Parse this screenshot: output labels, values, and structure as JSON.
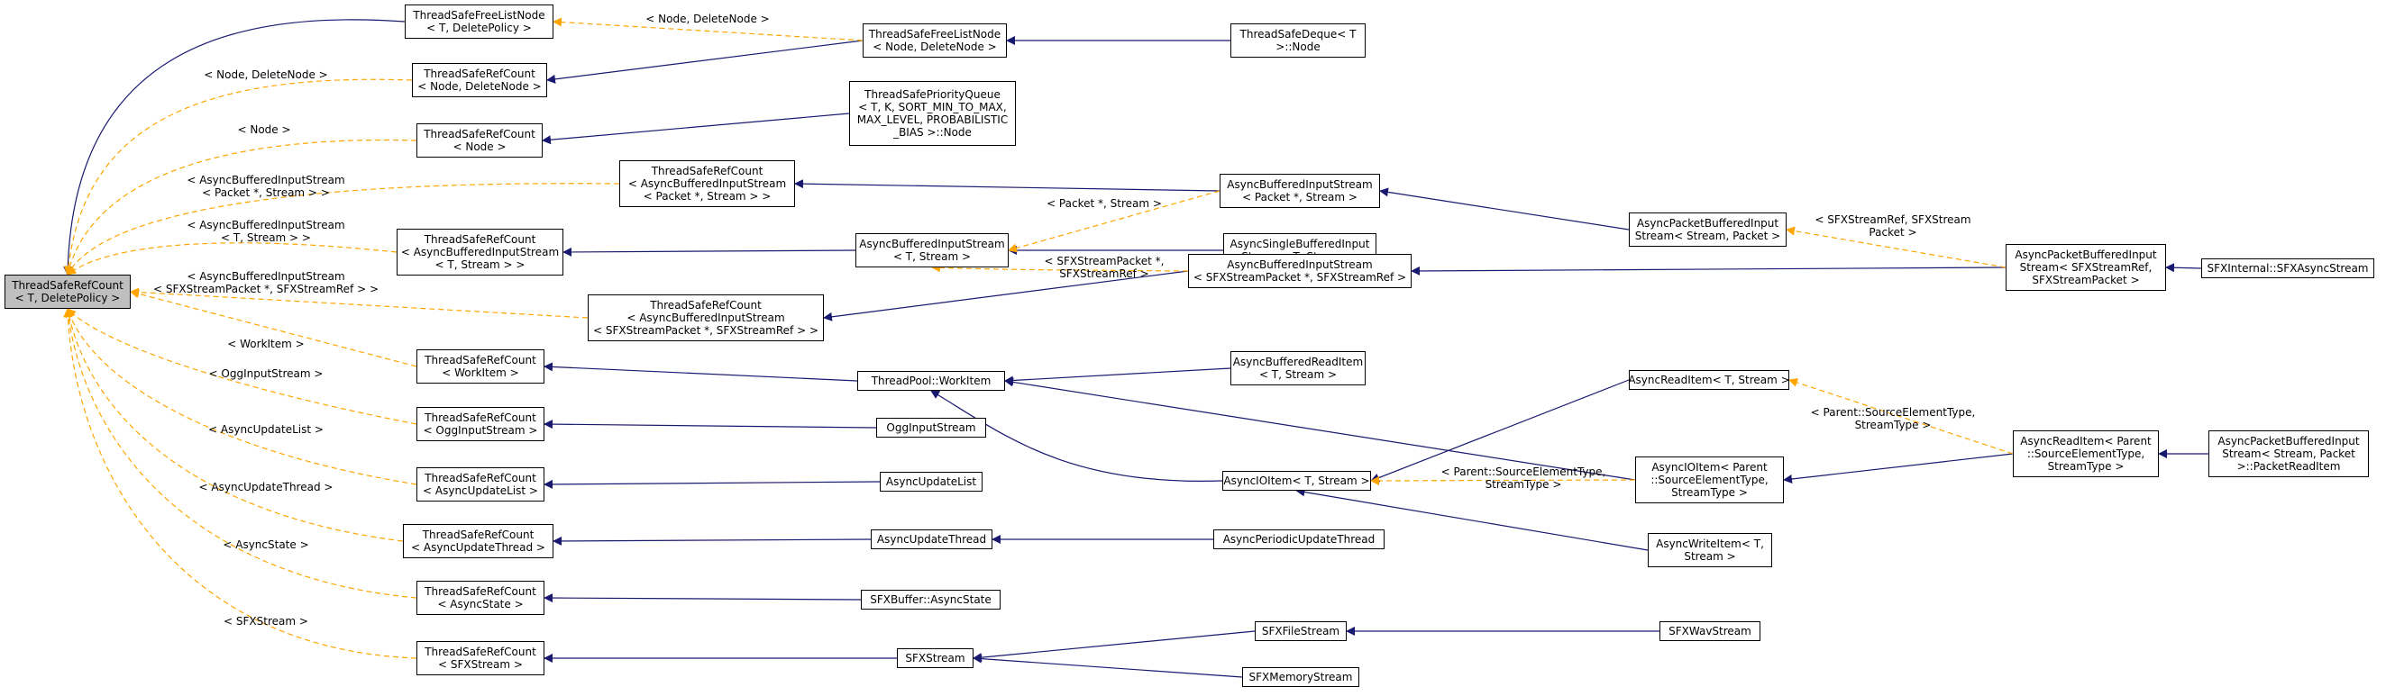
{
  "colors": {
    "inherit": "#191970",
    "template": "#FFA500",
    "root_fill": "#BFBFBF"
  },
  "nodes": {
    "root": [
      "ThreadSafeRefCount",
      "< T, DeletePolicy >"
    ],
    "freelist_node_tpl": [
      "ThreadSafeFreeListNode",
      "< T, DeletePolicy >"
    ],
    "refcount_node_deletenode": [
      "ThreadSafeRefCount",
      "< Node, DeleteNode >"
    ],
    "refcount_node": [
      "ThreadSafeRefCount",
      "< Node >"
    ],
    "refcount_abis_packet": [
      "ThreadSafeRefCount",
      "< AsyncBufferedInputStream",
      "< Packet *, Stream > >"
    ],
    "refcount_abis_t": [
      "ThreadSafeRefCount",
      "< AsyncBufferedInputStream",
      "< T, Stream > >"
    ],
    "refcount_abis_sfx": [
      "ThreadSafeRefCount",
      "< AsyncBufferedInputStream",
      "< SFXStreamPacket *, SFXStreamRef > >"
    ],
    "refcount_workitem": [
      "ThreadSafeRefCount",
      "< WorkItem >"
    ],
    "refcount_ogg": [
      "ThreadSafeRefCount",
      "< OggInputStream >"
    ],
    "refcount_updatelist": [
      "ThreadSafeRefCount",
      "< AsyncUpdateList >"
    ],
    "refcount_updatethread": [
      "ThreadSafeRefCount",
      "< AsyncUpdateThread >"
    ],
    "refcount_asyncstate": [
      "ThreadSafeRefCount",
      "< AsyncState >"
    ],
    "refcount_sfxstream": [
      "ThreadSafeRefCount",
      "< SFXStream >"
    ],
    "freelist_node_nd": [
      "ThreadSafeFreeListNode",
      "< Node, DeleteNode >"
    ],
    "deque_node": [
      "ThreadSafeDeque< T",
      ">::Node"
    ],
    "priority_queue_node": [
      "ThreadSafePriorityQueue",
      "< T, K, SORT_MIN_TO_MAX,",
      "MAX_LEVEL, PROBABILISTIC",
      "_BIAS >::Node"
    ],
    "abis_packet": [
      "AsyncBufferedInputStream",
      "< Packet *, Stream >"
    ],
    "abis_t": [
      "AsyncBufferedInputStream",
      "< T, Stream >"
    ],
    "async_single_bis": [
      "AsyncSingleBufferedInput",
      "Stream< T, Stream >"
    ],
    "abis_sfx": [
      "AsyncBufferedInputStream",
      "< SFXStreamPacket *, SFXStreamRef >"
    ],
    "async_packet_bis": [
      "AsyncPacketBufferedInput",
      "Stream< Stream, Packet >"
    ],
    "async_packet_bis_sfx": [
      "AsyncPacketBufferedInput",
      "Stream< SFXStreamRef,",
      "SFXStreamPacket >"
    ],
    "sfx_internal_async": [
      "SFXInternal::SFXAsyncStream"
    ],
    "threadpool_workitem": [
      "ThreadPool::WorkItem"
    ],
    "async_buffered_read_item": [
      "AsyncBufferedReadItem",
      "< T, Stream >"
    ],
    "ogg_input_stream": [
      "OggInputStream"
    ],
    "async_update_list": [
      "AsyncUpdateList"
    ],
    "async_update_thread": [
      "AsyncUpdateThread"
    ],
    "async_periodic_update_thread": [
      "AsyncPeriodicUpdateThread"
    ],
    "sfx_buffer_asyncstate": [
      "SFXBuffer::AsyncState"
    ],
    "sfx_stream": [
      "SFXStream"
    ],
    "sfx_file_stream": [
      "SFXFileStream"
    ],
    "sfx_wav_stream": [
      "SFXWavStream"
    ],
    "sfx_memory_stream": [
      "SFXMemoryStream"
    ],
    "async_io_item": [
      "AsyncIOItem< T, Stream >"
    ],
    "async_read_item": [
      "AsyncReadItem< T, Stream >"
    ],
    "async_io_item_parent": [
      "AsyncIOItem< Parent",
      "::SourceElementType,",
      "StreamType >"
    ],
    "async_write_item": [
      "AsyncWriteItem< T,",
      "Stream >"
    ],
    "async_read_item_parent": [
      "AsyncReadItem< Parent",
      "::SourceElementType,",
      "StreamType >"
    ],
    "async_packet_read_item": [
      "AsyncPacketBufferedInput",
      "Stream< Stream, Packet",
      ">::PacketReadItem"
    ]
  },
  "edge_labels": {
    "l_node_deletenode_top": [
      "< Node, DeleteNode >"
    ],
    "l_node_deletenode_left": [
      "< Node, DeleteNode >"
    ],
    "l_node": [
      "< Node >"
    ],
    "l_abis_packet": [
      "< AsyncBufferedInputStream",
      "< Packet *, Stream > >"
    ],
    "l_abis_t": [
      "< AsyncBufferedInputStream",
      "< T, Stream > >"
    ],
    "l_abis_sfx": [
      "< AsyncBufferedInputStream",
      "< SFXStreamPacket *, SFXStreamRef > >"
    ],
    "l_workitem": [
      "< WorkItem >"
    ],
    "l_ogg": [
      "< OggInputStream >"
    ],
    "l_updatelist": [
      "< AsyncUpdateList >"
    ],
    "l_updatethread": [
      "< AsyncUpdateThread >"
    ],
    "l_asyncstate": [
      "< AsyncState >"
    ],
    "l_sfxstream": [
      "< SFXStream >"
    ],
    "l_packet_stream": [
      "< Packet *, Stream >"
    ],
    "l_sfxpacket_ref": [
      "< SFXStreamPacket *,",
      "SFXStreamRef >"
    ],
    "l_sfxref_packet": [
      "< SFXStreamRef, SFXStream",
      "Packet >"
    ],
    "l_parent_src_right": [
      "< Parent::SourceElementType,",
      "StreamType >"
    ],
    "l_parent_src_mid": [
      "< Parent::SourceElementType,",
      "StreamType >"
    ]
  }
}
